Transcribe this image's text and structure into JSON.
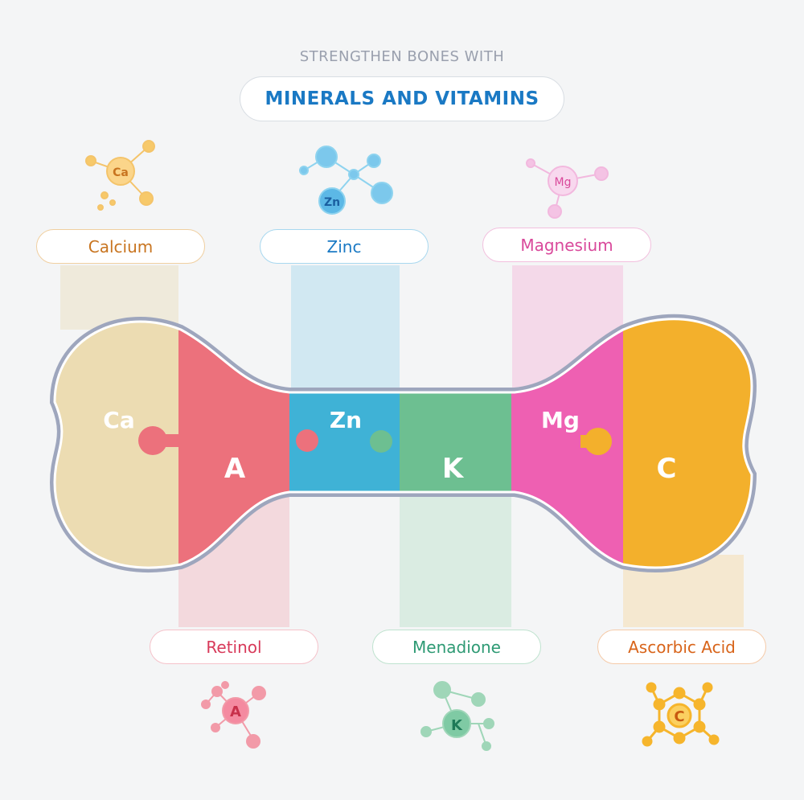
{
  "header": {
    "subtitle": "STRENGTHEN BONES WITH",
    "title": "MINERALS AND VITAMINS"
  },
  "minerals": [
    {
      "symbol": "Ca",
      "name": "Calcium",
      "color": "#c8741f"
    },
    {
      "symbol": "Zn",
      "name": "Zinc",
      "color": "#1a79c4"
    },
    {
      "symbol": "Mg",
      "name": "Magnesium",
      "color": "#d9499b"
    }
  ],
  "vitamins": [
    {
      "symbol": "A",
      "name": "Retinol",
      "color": "#d83a5a"
    },
    {
      "symbol": "K",
      "name": "Menadione",
      "color": "#2e9a74"
    },
    {
      "symbol": "C",
      "name": "Ascorbic Acid",
      "color": "#d8641a"
    }
  ],
  "bone_segments": [
    {
      "label": "Ca",
      "color": "#ecdcb2"
    },
    {
      "label": "A",
      "color": "#ec717c"
    },
    {
      "label": "Zn",
      "color": "#3fb2d6"
    },
    {
      "label": "K",
      "color": "#6dbf91"
    },
    {
      "label": "Mg",
      "color": "#ee60b2"
    },
    {
      "label": "C",
      "color": "#f3b02c"
    }
  ]
}
